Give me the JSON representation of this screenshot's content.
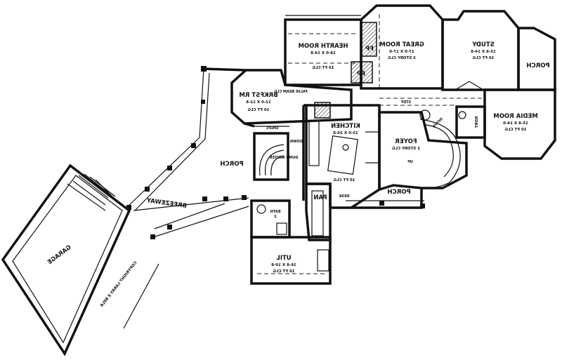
{
  "rooms": {
    "hearth": {
      "name": "HEARTH ROOM",
      "dims": "18-0 X 14-8",
      "clg": "10 FT CLG"
    },
    "great": {
      "name": "GREAT ROOM",
      "dims": "17-0 X 17-0",
      "clg": "2 STORY CLG"
    },
    "study": {
      "name": "STUDY",
      "dims": "15-8 X 14-8",
      "clg": "10 FT CLG"
    },
    "porch_study": {
      "name": "PORCH"
    },
    "brkfst": {
      "name": "BRKFST RM",
      "dims": "12-0 X 12-8",
      "clg": "10 FT CLG"
    },
    "media": {
      "name": "MEDIA ROOM",
      "dims": "15-8 X 14-0",
      "clg": "10 FT CLG"
    },
    "kitchen": {
      "name": "KITCHEN",
      "dims": "15-0 X 20-8",
      "clg": "10 FT CLG"
    },
    "foyer": {
      "name": "FOYER",
      "dims": "2 STORY CLG"
    },
    "porch_left": {
      "name": "PORCH"
    },
    "porch_front": {
      "name": "PORCH"
    },
    "breezeway": {
      "name": "BREEZEWAY"
    },
    "garage": {
      "name": "GARAGE"
    },
    "util": {
      "name": "UTIL",
      "dims": "16-8 X 10-8",
      "clg": "10 FT CLG"
    },
    "pan": {
      "name": "PAN"
    },
    "bath": {
      "name": "BATH",
      "num": "2"
    }
  },
  "labels": {
    "fp1": "FP",
    "fp2": "FP",
    "false_beam": "FALSE BEAM CLG",
    "shlvs": "SHLVS",
    "down": "DOWN",
    "down2": "DOWN",
    "up": "UP",
    "step": "STEP",
    "dumb": "DUMB WAITER",
    "desk": "DESK",
    "rdry": "RDRY",
    "copyright": "COPYRIGHT LARRY E BELK"
  }
}
